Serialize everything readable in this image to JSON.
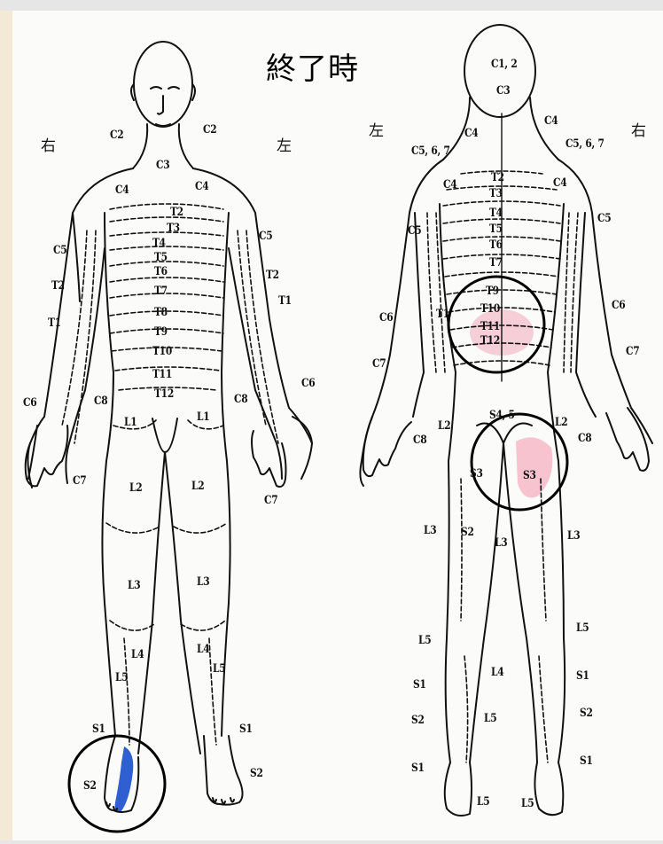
{
  "title": "終了時",
  "front": {
    "side_right": "右",
    "side_left": "左",
    "labels": {
      "c2_r": "C2",
      "c2_l": "C2",
      "c3": "C3",
      "c4_r": "C4",
      "c4_l": "C4",
      "t2": "T2",
      "t3": "T3",
      "t4": "T4",
      "t5": "T5",
      "t6": "T6",
      "t7": "T7",
      "t8": "T8",
      "t9": "T9",
      "t10": "T10",
      "t11": "T11",
      "t12": "T12",
      "c5_r": "C5",
      "c5_l": "C5",
      "t2_r": "T2",
      "t2_l": "T2",
      "t1_r": "T1",
      "t1_l": "T1",
      "c8_r": "C8",
      "c8_l": "C8",
      "c6_r": "C6",
      "c6_l": "C6",
      "c7_r": "C7",
      "c7_l": "C7",
      "l1_r": "L1",
      "l1_l": "L1",
      "l2_r": "L2",
      "l2_l": "L2",
      "l3_r": "L3",
      "l3_l": "L3",
      "l4_r": "L4",
      "l4_l": "L4",
      "l5_r": "L5",
      "l5_l": "L5",
      "s1_r": "S1",
      "s1_l": "S1",
      "s2_r": "S2",
      "s2_l": "S2"
    }
  },
  "back": {
    "side_left": "左",
    "side_right": "右",
    "labels": {
      "c12": "C1, 2",
      "c3": "C3",
      "c4_l": "C4",
      "c4_r": "C4",
      "c567_l": "C5, 6, 7",
      "c567_r": "C5, 6, 7",
      "c4s_l": "C4",
      "c4s_r": "C4",
      "t2": "T2",
      "t3": "T3",
      "t4": "T4",
      "t5": "T5",
      "t6": "T6",
      "t7": "T7",
      "t9": "T9",
      "t10": "T10",
      "t11": "T11",
      "t12": "T12",
      "t1": "T1",
      "c5_l": "C5",
      "c5_r": "C5",
      "c6_l": "C6",
      "c6_r": "C6",
      "c7_l": "C7",
      "c7_r": "C7",
      "c8_l": "C8",
      "c8_r": "C8",
      "l2_l": "L2",
      "l2_r": "L2",
      "s45": "S4, 5",
      "s3_l": "S3",
      "s3_r": "S3",
      "l3_l": "L3",
      "l3_c": "L3",
      "l3_r": "L3",
      "s2_c": "S2",
      "l5_l": "L5",
      "l5_r": "L5",
      "l4": "L4",
      "s1_l": "S1",
      "s1_r": "S1",
      "s2_l": "S2",
      "s2_r": "S2",
      "l5_c": "L5",
      "s1_bl": "S1",
      "s1_br": "S1",
      "l5_bl": "L5",
      "l5_br": "L5"
    }
  },
  "highlights": [
    {
      "name": "lower-back-highlight",
      "color": "#f4b8c8"
    },
    {
      "name": "buttock-highlight",
      "color": "#f4b8c8"
    },
    {
      "name": "foot-highlight",
      "color": "#2f5fd0"
    }
  ],
  "circle_color": "#000000"
}
